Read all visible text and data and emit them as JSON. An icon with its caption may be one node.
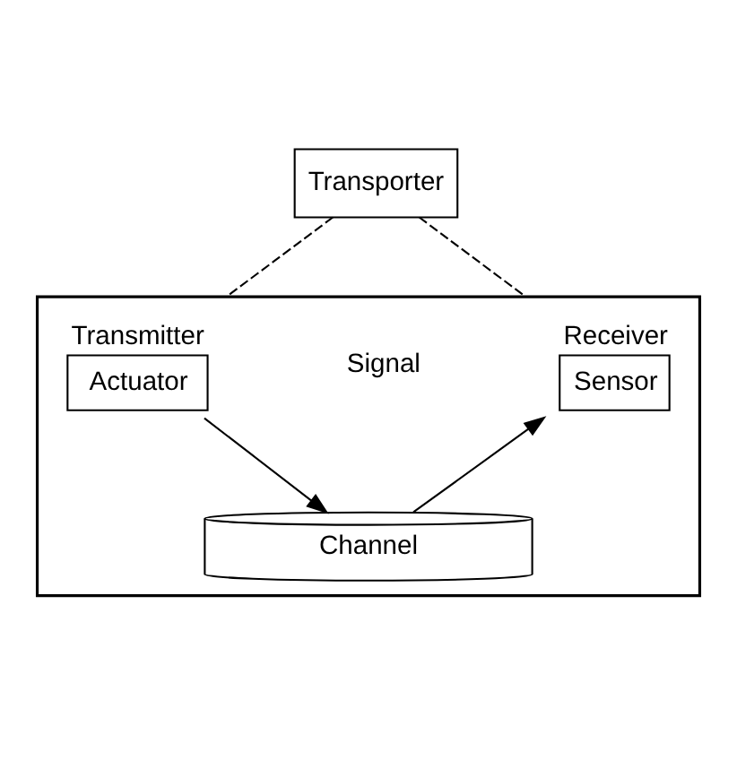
{
  "diagram": {
    "nodes": [
      {
        "text": [
          "Transporter"
        ]
      },
      {
        "text": [],
        "shape": "box"
      },
      {
        "text": [
          "Transmitter",
          "Actuator"
        ],
        "in": 1
      },
      {
        "text": [
          "Receiver",
          "Sensor"
        ],
        "in": 1
      },
      {
        "text": [
          "Channel"
        ],
        "in": 1
      }
    ],
    "edges": [
      {
        "from": 0,
        "to": 1,
        "arrow": "none",
        "style": "dashed"
      },
      {
        "from": 0,
        "to": 1,
        "arrow": "none",
        "style": "dashed"
      },
      {
        "from": 2,
        "to": 4,
        "arrow": "to"
      },
      {
        "from": 4,
        "to": 3,
        "arrow": "to"
      }
    ],
    "labels": [
      "Signal"
    ]
  }
}
